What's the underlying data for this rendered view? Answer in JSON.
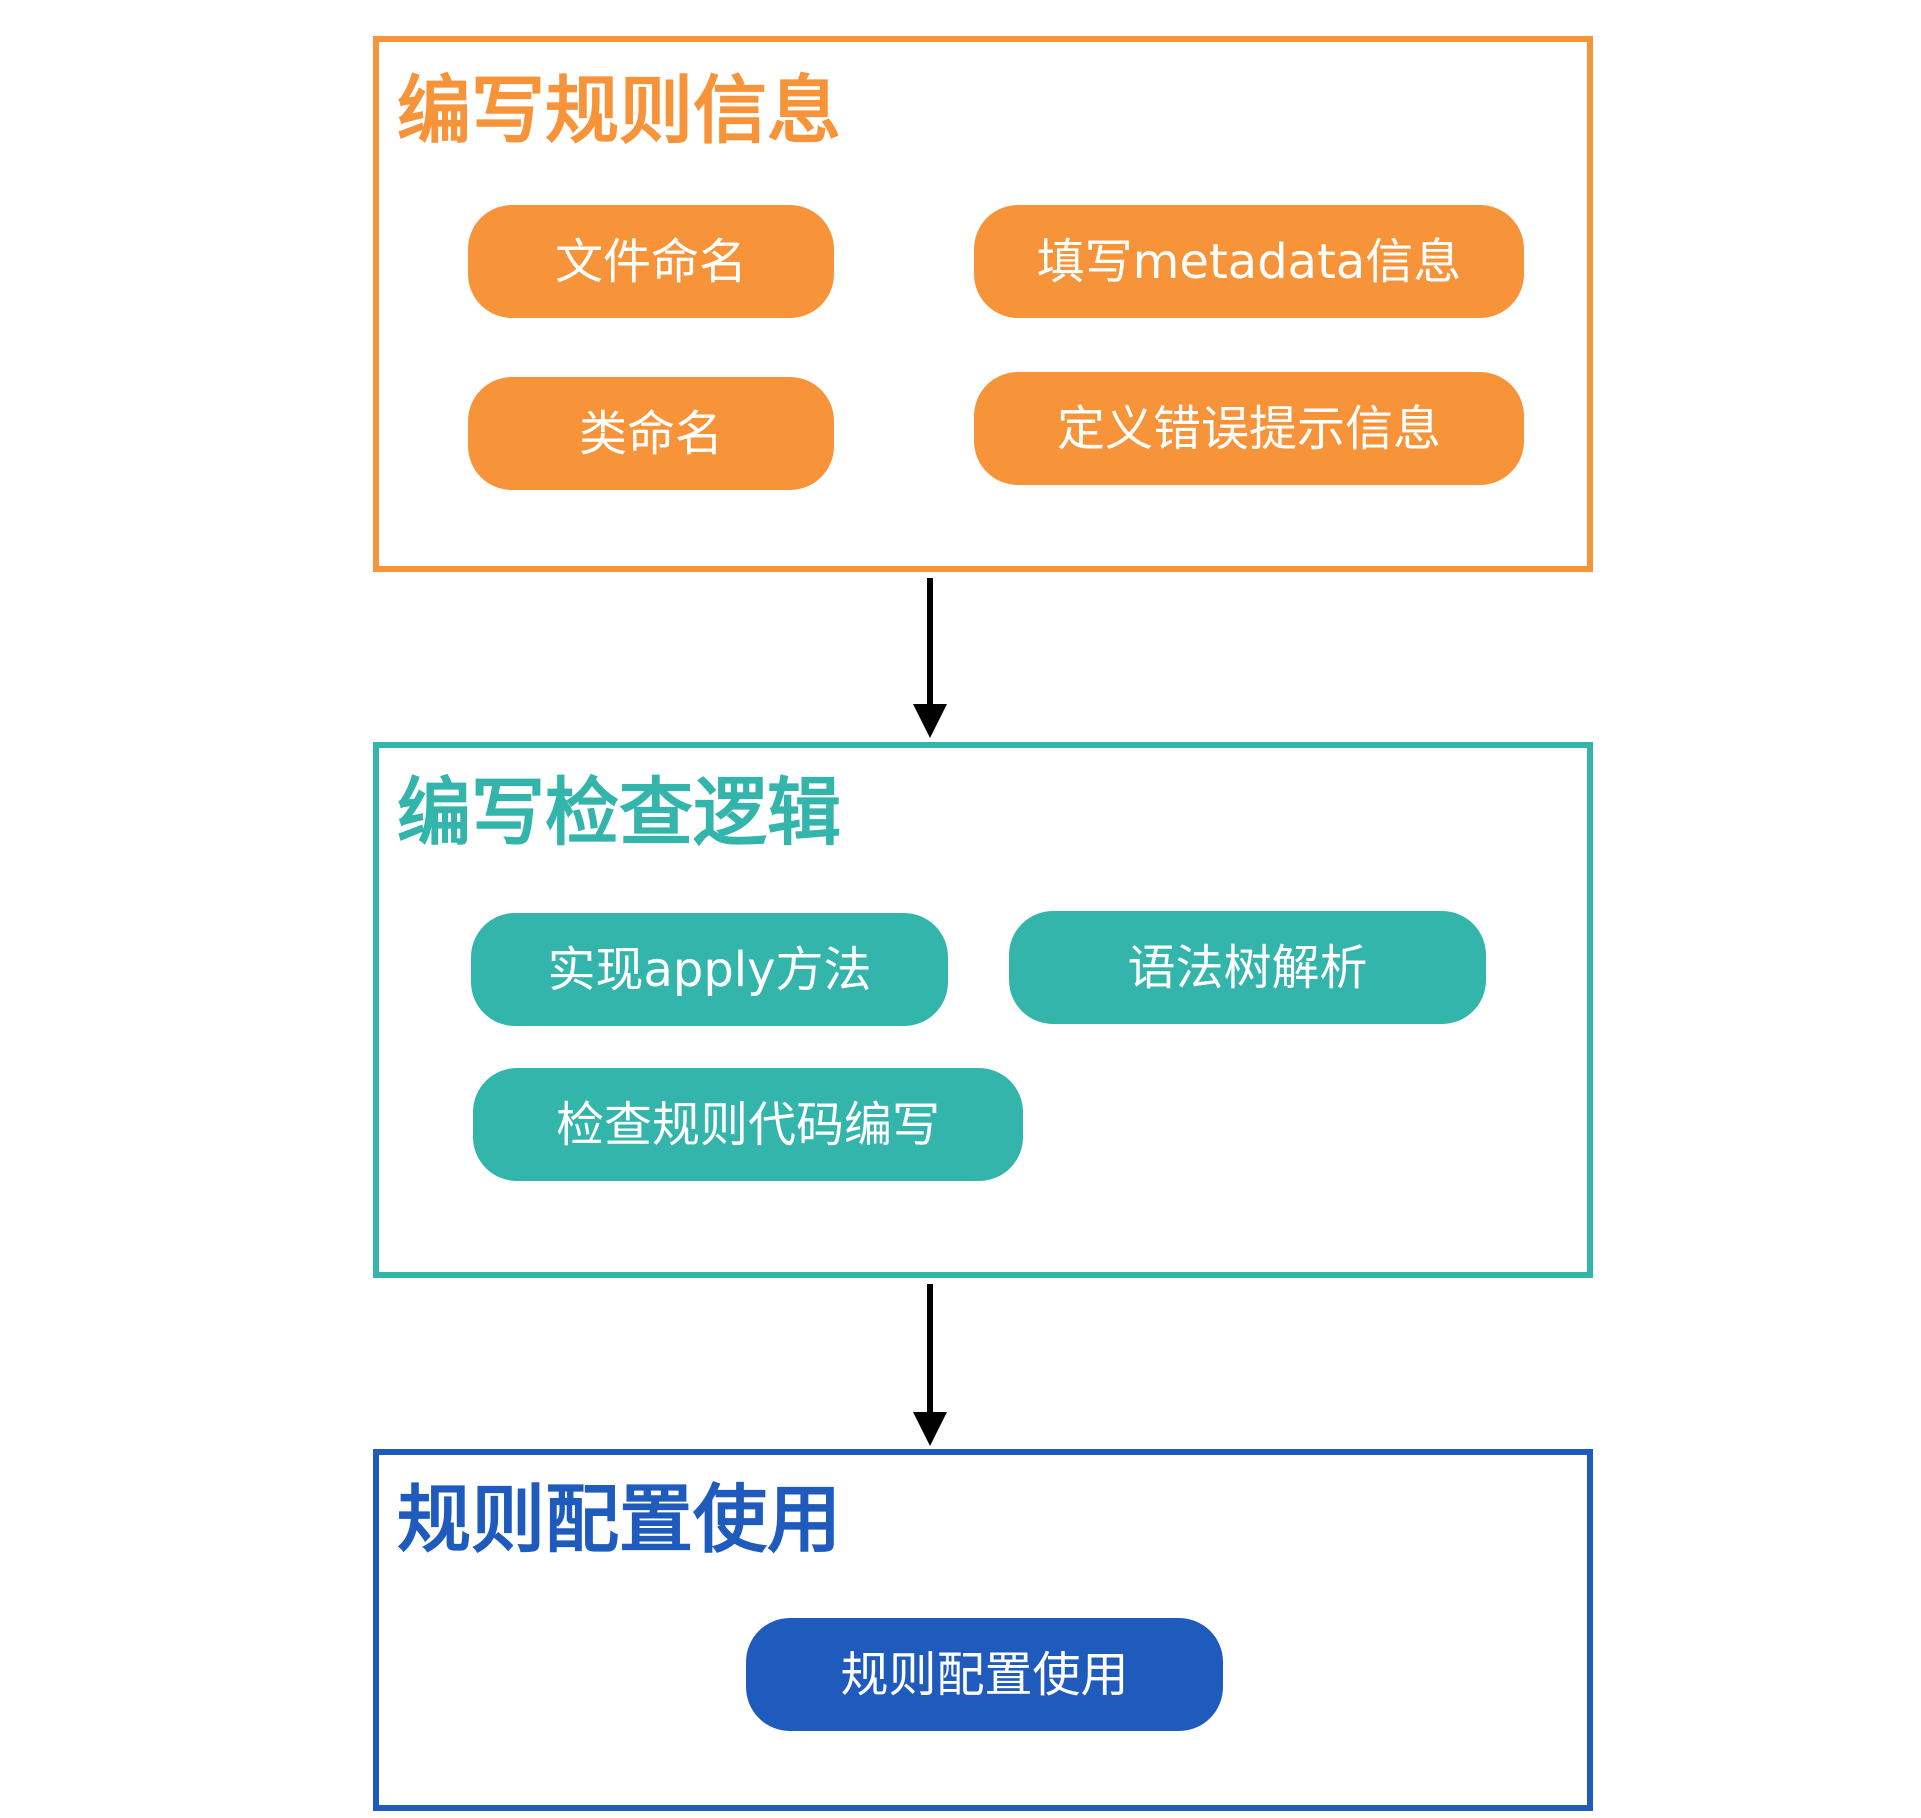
{
  "sections": [
    {
      "title": "编写规则信息",
      "color": "#f7943a",
      "items": [
        "文件命名",
        "填写metadata信息",
        "类命名",
        "定义错误提示信息"
      ]
    },
    {
      "title": "编写检查逻辑",
      "color": "#33b5ab",
      "items": [
        "实现apply方法",
        "语法树解析",
        "检查规则代码编写"
      ]
    },
    {
      "title": "规则配置使用",
      "color": "#1f5bbd",
      "items": [
        "规则配置使用"
      ]
    }
  ],
  "connector_color": "#000000"
}
